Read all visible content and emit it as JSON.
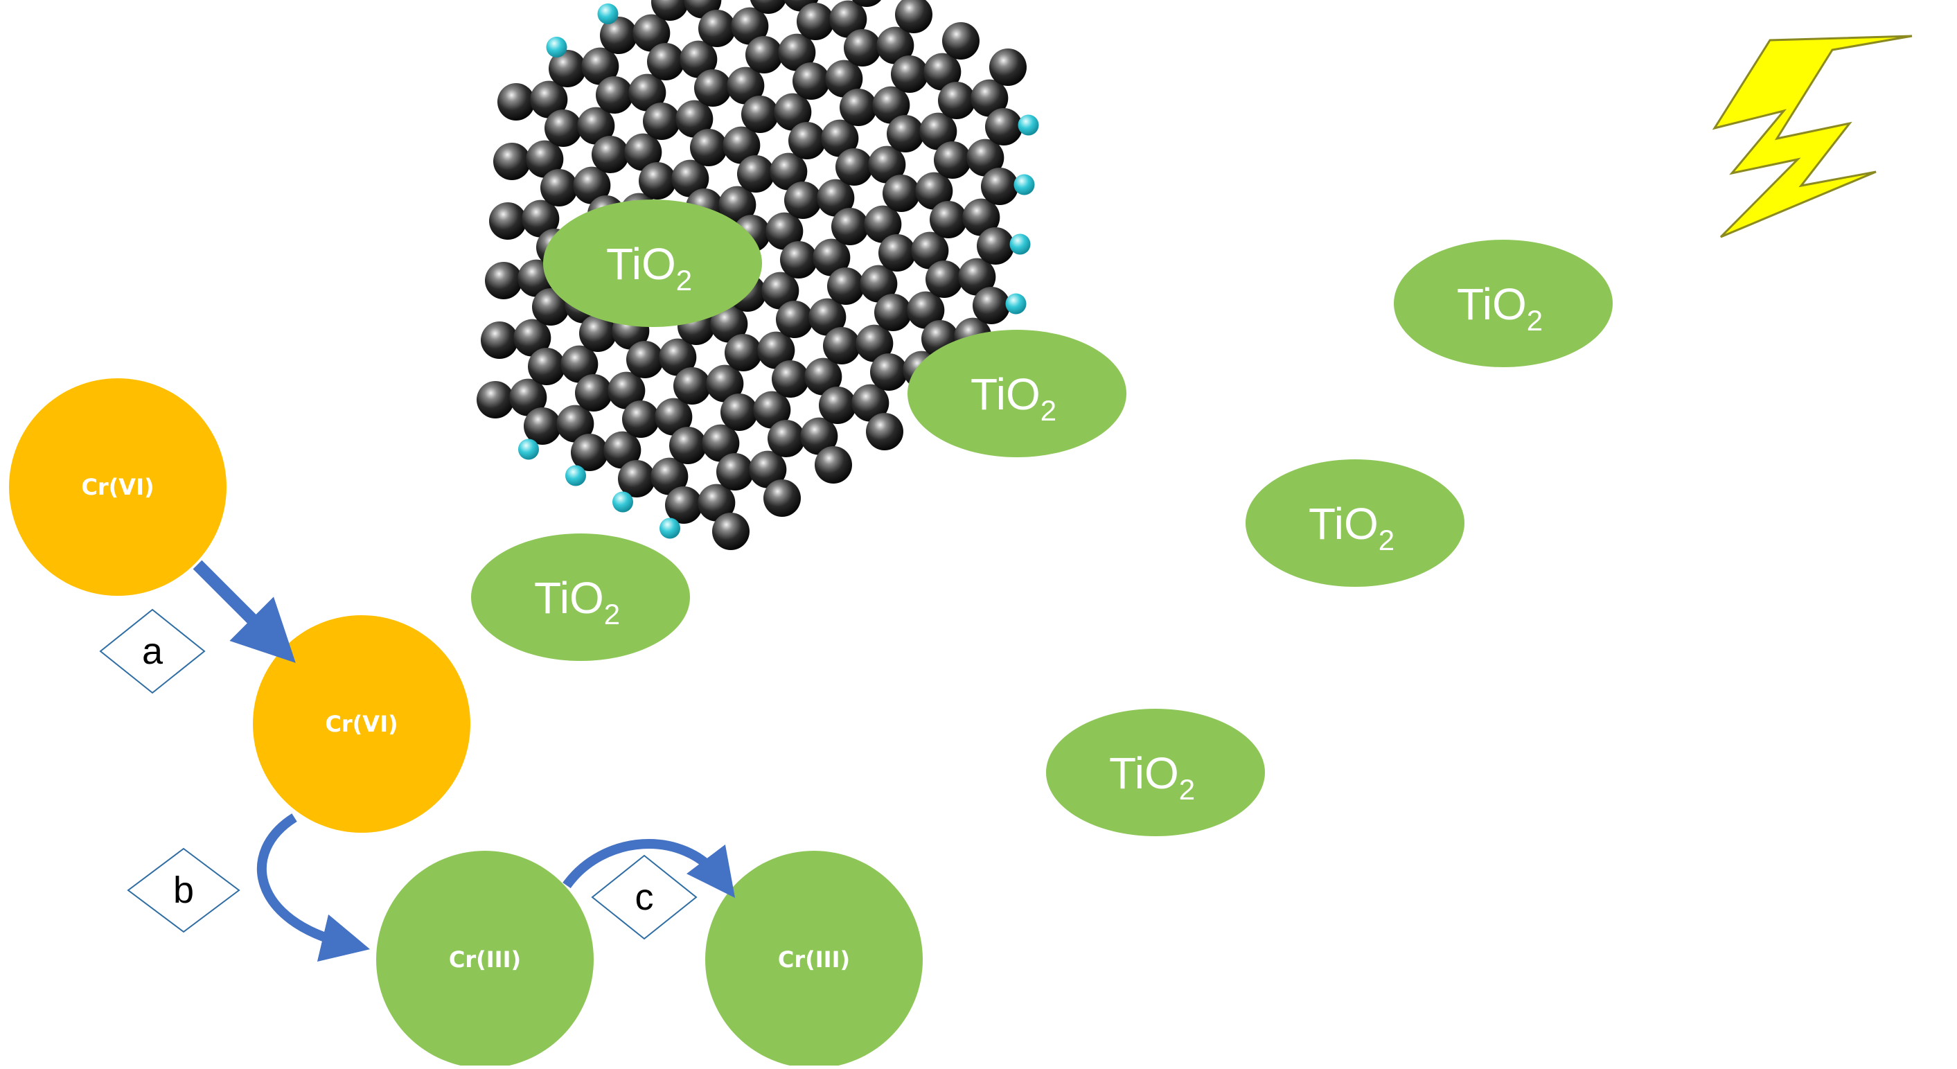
{
  "figure": {
    "tio2_label": "TiO",
    "tio2_subscript": "2",
    "particles": {
      "cr6_top": "Cr(VI)",
      "cr6_mid": "Cr(VI)",
      "cr3_left": "Cr(III)",
      "cr3_right": "Cr(III)"
    },
    "steps": {
      "a": "a",
      "b": "b",
      "c": "c"
    }
  },
  "colors": {
    "tio2": "#8dc657",
    "cr6": "#ffbf00",
    "cr3": "#8dc657",
    "arrow": "#4472c4",
    "bond": "#d28a3c",
    "carbon_atom": "#1f1f1f",
    "hydrogen_atom": "#35c9d8",
    "lightning": "#ffff00",
    "diamond_border": "#2e6da4"
  },
  "icons": {
    "light": "lightning-bolt-icon",
    "sheet": "graphene-sheet"
  }
}
